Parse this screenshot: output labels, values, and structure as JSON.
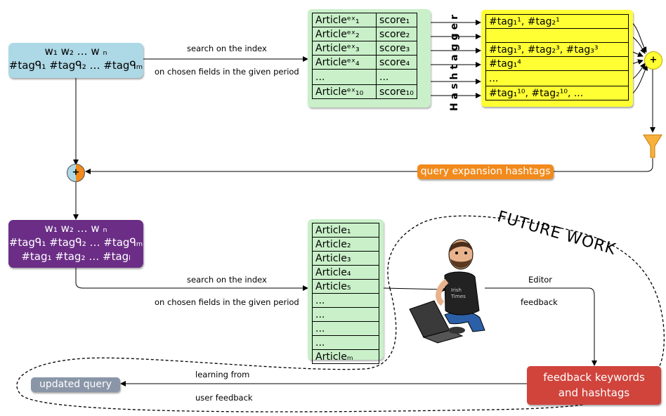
{
  "query_box": {
    "line1": "w₁ w₂ … w ₙ",
    "line2": "#tagᑫ₁ #tagᑫ₂ … #tagᑫₘ"
  },
  "expanded_query_box": {
    "line1": "w₁ w₂ … w ₙ",
    "line2": "#tagᑫ₁ #tagᑫ₂ … #tagᑫₘ",
    "line3": "#tag₁ #tag₂ … #tagₗ"
  },
  "top_search": {
    "label_above": "search on the index",
    "label_below": "on chosen fields in the given period"
  },
  "bottom_search": {
    "label_above": "search on the index",
    "label_below": "on chosen fields in the given period"
  },
  "top_results": {
    "articles": [
      "Articleᵉˣ₁",
      "Articleᵉˣ₂",
      "Articleᵉˣ₃",
      "Articleᵉˣ₄",
      "...",
      "Articleᵉˣ₁₀"
    ],
    "scores": [
      "score₁",
      "score₂",
      "score₃",
      "score₄",
      "...",
      "score₁₀"
    ]
  },
  "hashtagger": {
    "label": "Hashtagger"
  },
  "hashtag_rows": [
    "#tag₁¹, #tag₂¹",
    "",
    "#tag₁³, #tag₂³, #tag₃³",
    "#tag₁⁴",
    "...",
    "#tag₁¹⁰, #tag₂¹⁰, ..."
  ],
  "query_expansion": {
    "label": "query expansion hashtags",
    "color": "#f28a1c"
  },
  "bottom_results": {
    "articles": [
      "Article₁",
      "Article₂",
      "Article₃",
      "Article₄",
      "Article₅",
      "...",
      "...",
      "...",
      "...",
      "Articleₘ"
    ]
  },
  "future_work": {
    "label": "FUTURE WORK"
  },
  "editor": {
    "label1": "Editor",
    "label2": "feedback"
  },
  "feedback_box": {
    "line1": "feedback keywords",
    "line2": "and hashtags",
    "color": "#d0443c"
  },
  "learning": {
    "label1": "learning from",
    "label2": "user feedback"
  },
  "updated_query": {
    "label": "updated query",
    "color": "#8a96a8"
  },
  "plus_symbol": "+",
  "shirt_text": [
    "Irish",
    "Times"
  ]
}
